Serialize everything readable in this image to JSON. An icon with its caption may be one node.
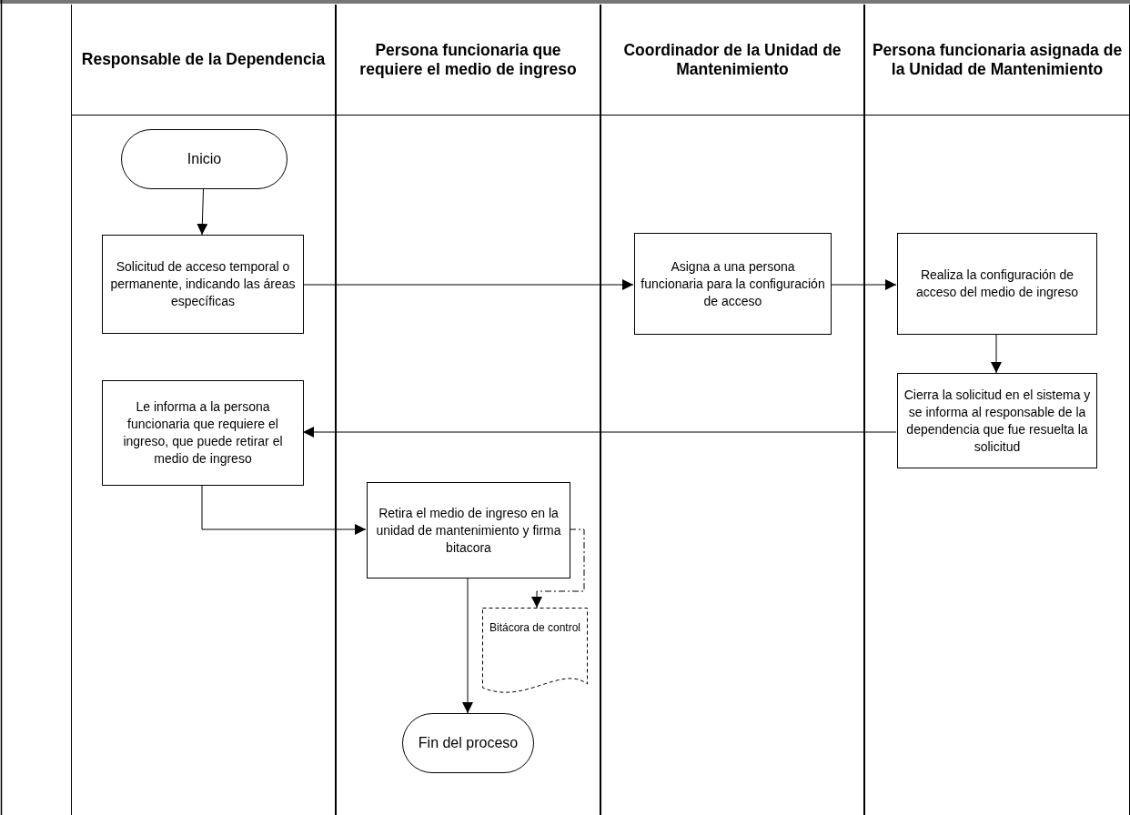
{
  "diagram": {
    "nodes": [
      {
        "text": [
          "Responsable de la Dependencia"
        ]
      },
      {
        "text": [
          "Inicio"
        ],
        "in": 0
      },
      {
        "text": [
          "Solicitud de acceso temporal  o permanente, indicando  las áreas específicas"
        ],
        "in": 0
      },
      {
        "text": [
          "Le informa a la persona funcionaria que requiere el ingreso, que puede retirar el medio de ingreso"
        ],
        "in": 0
      },
      {
        "text": [
          "Persona funcionaria que requiere el medio de ingreso"
        ]
      },
      {
        "text": [
          "Retira el medio de ingreso en la unidad de mantenimiento y firma bitacora"
        ],
        "in": 4
      },
      {
        "text": [
          "Bitácora de control"
        ],
        "in": 4
      },
      {
        "text": [
          "Fin del proceso"
        ],
        "in": 4
      },
      {
        "text": [
          "Coordinador de la Unidad de Mantenimiento"
        ]
      },
      {
        "text": [
          "Asigna a una persona funcionaria para la configuración de acceso"
        ],
        "in": 8
      },
      {
        "text": [
          "Persona funcionaria asignada de la Unidad de Mantenimiento"
        ]
      },
      {
        "text": [
          "Realiza la configuración de acceso del medio de ingreso"
        ],
        "in": 10
      },
      {
        "text": [
          "Cierra la solicitud en el sistema y se informa al responsable de la dependencia que fue resuelta la solicitud"
        ],
        "in": 10
      }
    ],
    "edges": [
      {
        "from": 1,
        "to": 2,
        "arrow": "to"
      },
      {
        "from": 2,
        "to": 9,
        "arrow": "to"
      },
      {
        "from": 9,
        "to": 11,
        "arrow": "to"
      },
      {
        "from": 11,
        "to": 12,
        "arrow": "to"
      },
      {
        "from": 12,
        "to": 3,
        "arrow": "to"
      },
      {
        "from": 3,
        "to": 5,
        "arrow": "to"
      },
      {
        "from": 5,
        "to": 6,
        "arrow": "to",
        "style": "dashed"
      },
      {
        "from": 5,
        "to": 7,
        "arrow": "to"
      }
    ]
  }
}
